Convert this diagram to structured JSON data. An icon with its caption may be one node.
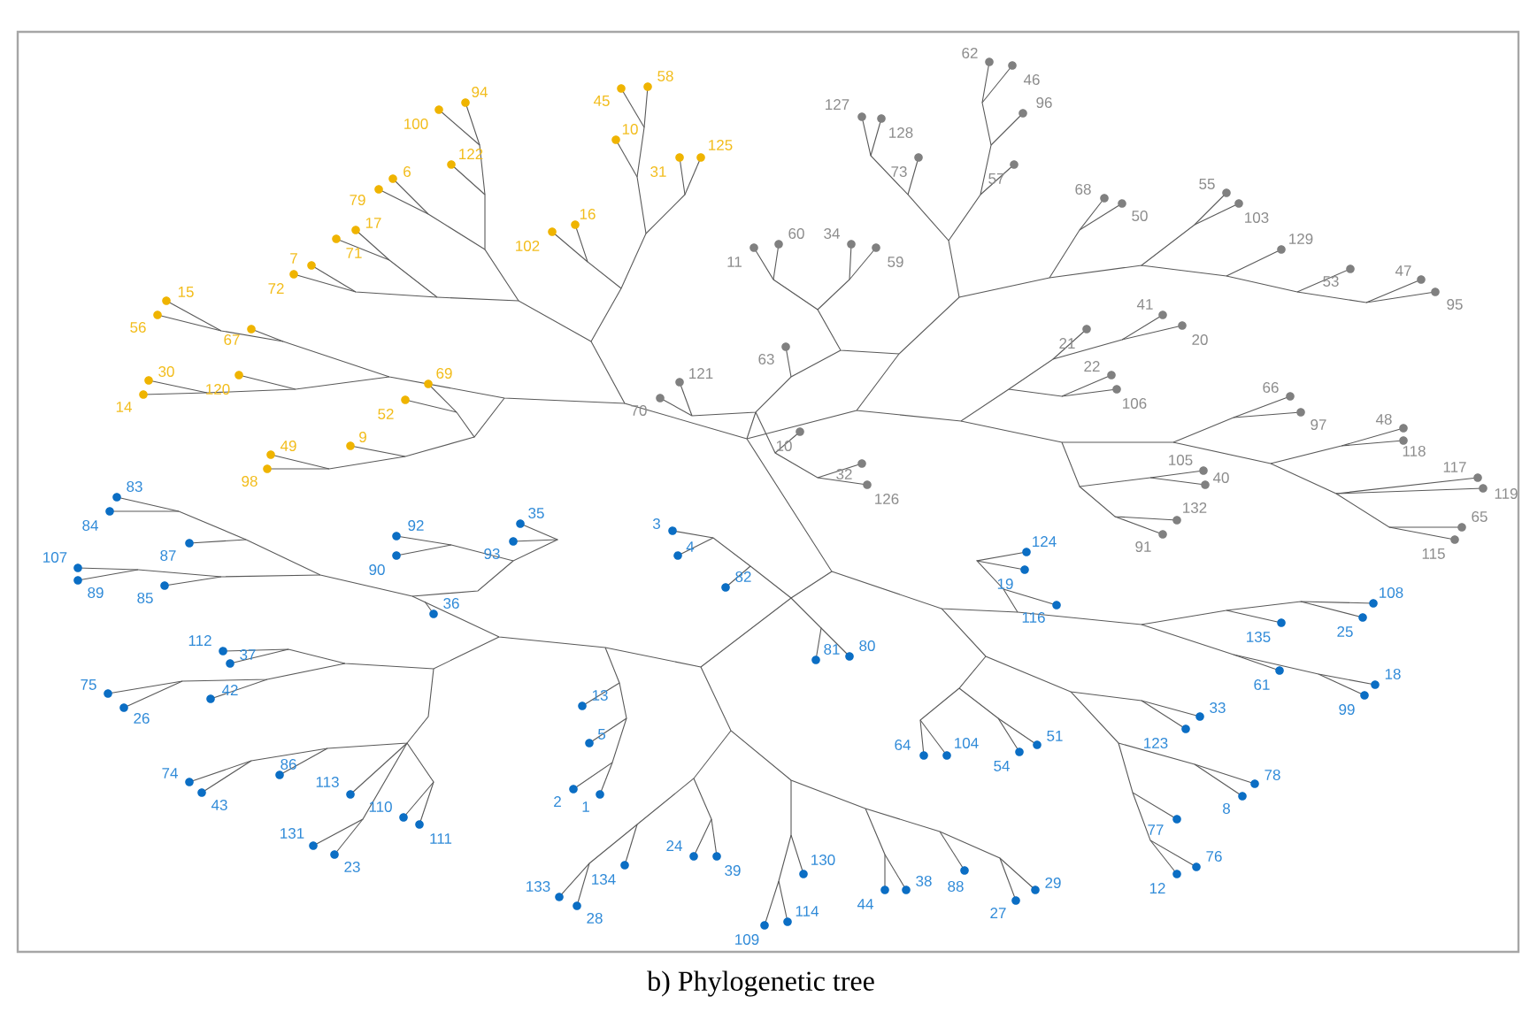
{
  "diagram": {
    "caption": "b) Phylogenetic tree",
    "labels": [
      "94",
      "100",
      "122",
      "6",
      "79",
      "17",
      "71",
      "7",
      "72",
      "15",
      "56",
      "67",
      "30",
      "120",
      "14",
      "69",
      "52",
      "49",
      "9",
      "98",
      "45",
      "58",
      "10",
      "31",
      "125",
      "102",
      "16",
      "127",
      "128",
      "73",
      "62",
      "46",
      "96",
      "57",
      "11",
      "60",
      "34",
      "59",
      "63",
      "121",
      "70",
      "10",
      "32",
      "126",
      "68",
      "50",
      "55",
      "103",
      "129",
      "53",
      "47",
      "95",
      "41",
      "21",
      "20",
      "22",
      "106",
      "66",
      "97",
      "48",
      "118",
      "117",
      "119",
      "105",
      "40",
      "132",
      "91",
      "65",
      "115",
      "83",
      "84",
      "107",
      "89",
      "87",
      "85",
      "92",
      "90",
      "35",
      "93",
      "36",
      "112",
      "37",
      "75",
      "26",
      "42",
      "74",
      "43",
      "86",
      "113",
      "110",
      "111",
      "131",
      "23",
      "3",
      "4",
      "82",
      "81",
      "80",
      "13",
      "5",
      "2",
      "1",
      "24",
      "39",
      "134",
      "133",
      "28",
      "130",
      "109",
      "114",
      "44",
      "38",
      "88",
      "27",
      "29",
      "64",
      "104",
      "54",
      "51",
      "124",
      "19",
      "116",
      "108",
      "25",
      "135",
      "61",
      "18",
      "99",
      "33",
      "123",
      "78",
      "8",
      "77",
      "76",
      "12"
    ]
  }
}
